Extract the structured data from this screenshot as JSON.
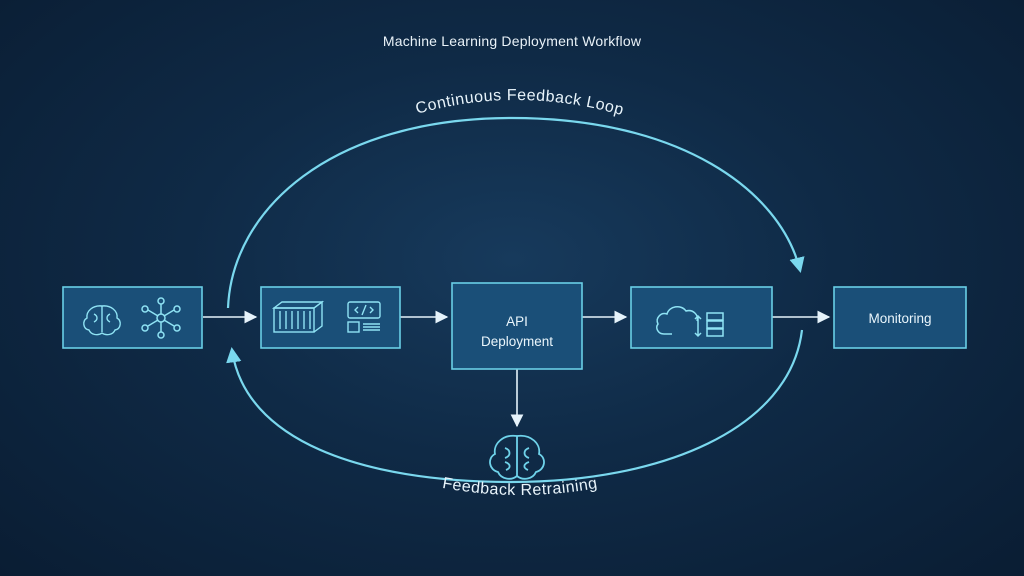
{
  "title": "Machine Learning Deployment Workflow",
  "loop_top_label": "Continuous Feedback Loop",
  "loop_bottom_label": "Feedback Retraining",
  "nodes": {
    "n1": {
      "icons": [
        "brain-icon",
        "network-icon"
      ]
    },
    "n2": {
      "icons": [
        "container-icon",
        "code-server-icon"
      ]
    },
    "n3": {
      "line1": "API",
      "line2": "Deployment"
    },
    "n4": {
      "icons": [
        "cloud-sync-icon"
      ]
    },
    "n5": {
      "label": "Monitoring"
    }
  },
  "retraining_icon": "brain-icon",
  "colors": {
    "accent": "#6fd3ea",
    "box_fill": "#1a4f78",
    "box_stroke": "#69cfe6",
    "background": "#0f2a46"
  }
}
